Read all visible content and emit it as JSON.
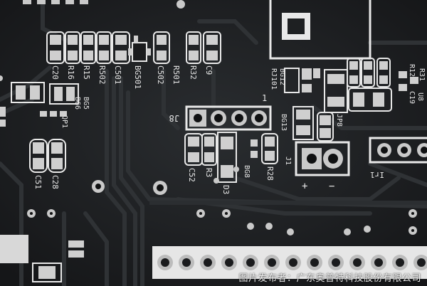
{
  "photo": {
    "colors": {
      "board": "#1f2123",
      "trace": "#2c2f32",
      "silkscreen": "#e8e8e8",
      "pad": "#c9c9c9",
      "hole": "#101112"
    }
  },
  "silk_labels": {
    "c20": "C20",
    "r16": "R16",
    "r15": "R15",
    "r502": "R502",
    "c501": "C501",
    "bg501": "BG501",
    "c502": "C502",
    "r501": "R501",
    "r32": "R32",
    "c9": "C9",
    "bg5": "BG5",
    "bg6": "BG6",
    "qp1": "QP1",
    "bg12": "BG12",
    "rj101": "RJ101",
    "one": "1",
    "j8": "J8",
    "r31": "R31",
    "r12": "R12",
    "c19": "C19",
    "u8": "U8",
    "ir1": "IR1",
    "bg13": "BG13",
    "jp8": "JP8",
    "j1": "J1",
    "c51": "C51",
    "c28": "C28",
    "c52": "C52",
    "r3": "R3",
    "d3": "D3",
    "bg8": "BG8",
    "r28": "R28",
    "plus": "+",
    "minus": "−",
    "ir1_right": "Ir1"
  },
  "caption": {
    "credit": "图片发布者：广东奥普特科技股份有限公司"
  }
}
